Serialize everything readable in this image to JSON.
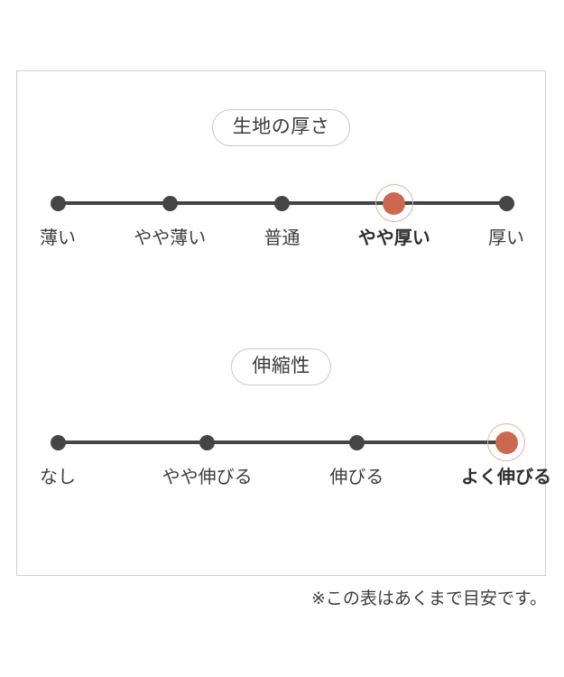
{
  "card": {
    "border_color": "#cfcfcf"
  },
  "colors": {
    "accent": "#cd6850",
    "halo": "#ddb5a8",
    "track": "#454545",
    "dot": "#454545",
    "text": "#3d3d3d",
    "pill_border": "#c9c9c9"
  },
  "chart_data": {
    "type": "scatter",
    "title": "",
    "grid": false,
    "legend": null,
    "scales": [
      {
        "id": "fabric-thickness",
        "title": "生地の厚さ",
        "categories": [
          "薄い",
          "やや薄い",
          "普通",
          "やや厚い",
          "厚い"
        ],
        "x": [
          0,
          1,
          2,
          3,
          4
        ],
        "values": [
          0,
          0,
          0,
          1,
          0
        ],
        "selected_index": 3,
        "selected_label": "やや厚い",
        "xlim": [
          0,
          4
        ]
      },
      {
        "id": "stretchiness",
        "title": "伸縮性",
        "categories": [
          "なし",
          "やや伸びる",
          "伸びる",
          "よく伸びる"
        ],
        "x": [
          0,
          1,
          2,
          3
        ],
        "values": [
          0,
          0,
          0,
          1
        ],
        "selected_index": 3,
        "selected_label": "よく伸びる",
        "xlim": [
          0,
          3
        ]
      }
    ]
  },
  "footnote": "※この表はあくまで目安です。"
}
